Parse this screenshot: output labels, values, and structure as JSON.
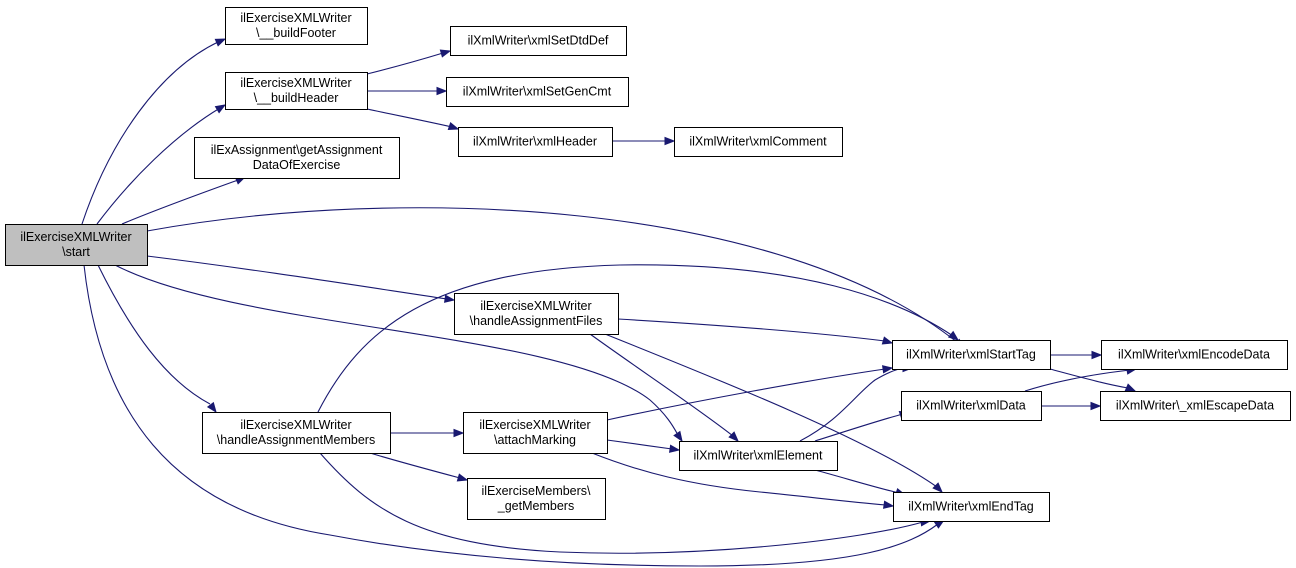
{
  "nodes": [
    {
      "id": "start",
      "lines": [
        "ilExerciseXMLWriter",
        "\\start"
      ],
      "highlight": true
    },
    {
      "id": "buildFooter",
      "lines": [
        "ilExerciseXMLWriter",
        "\\__buildFooter"
      ]
    },
    {
      "id": "buildHeader",
      "lines": [
        "ilExerciseXMLWriter",
        "\\__buildHeader"
      ]
    },
    {
      "id": "getAssignment",
      "lines": [
        "ilExAssignment\\getAssignment",
        "DataOfExercise"
      ]
    },
    {
      "id": "xmlSetDtdDef",
      "lines": [
        "ilXmlWriter\\xmlSetDtdDef"
      ]
    },
    {
      "id": "xmlSetGenCmt",
      "lines": [
        "ilXmlWriter\\xmlSetGenCmt"
      ]
    },
    {
      "id": "xmlHeader",
      "lines": [
        "ilXmlWriter\\xmlHeader"
      ]
    },
    {
      "id": "xmlComment",
      "lines": [
        "ilXmlWriter\\xmlComment"
      ]
    },
    {
      "id": "handleFiles",
      "lines": [
        "ilExerciseXMLWriter",
        "\\handleAssignmentFiles"
      ]
    },
    {
      "id": "handleMembers",
      "lines": [
        "ilExerciseXMLWriter",
        "\\handleAssignmentMembers"
      ]
    },
    {
      "id": "attachMarking",
      "lines": [
        "ilExerciseXMLWriter",
        "\\attachMarking"
      ]
    },
    {
      "id": "getMembers",
      "lines": [
        "ilExerciseMembers\\",
        "_getMembers"
      ]
    },
    {
      "id": "xmlElement",
      "lines": [
        "ilXmlWriter\\xmlElement"
      ]
    },
    {
      "id": "xmlStartTag",
      "lines": [
        "ilXmlWriter\\xmlStartTag"
      ]
    },
    {
      "id": "xmlData",
      "lines": [
        "ilXmlWriter\\xmlData"
      ]
    },
    {
      "id": "xmlEndTag",
      "lines": [
        "ilXmlWriter\\xmlEndTag"
      ]
    },
    {
      "id": "xmlEncodeData",
      "lines": [
        "ilXmlWriter\\xmlEncodeData"
      ]
    },
    {
      "id": "xmlEscapeData",
      "lines": [
        "ilXmlWriter\\_xmlEscapeData"
      ]
    }
  ],
  "edges": [
    {
      "from": "start",
      "to": "buildFooter"
    },
    {
      "from": "start",
      "to": "buildHeader"
    },
    {
      "from": "start",
      "to": "getAssignment"
    },
    {
      "from": "start",
      "to": "xmlStartTag"
    },
    {
      "from": "start",
      "to": "handleFiles"
    },
    {
      "from": "start",
      "to": "xmlElement"
    },
    {
      "from": "start",
      "to": "handleMembers"
    },
    {
      "from": "start",
      "to": "xmlEndTag"
    },
    {
      "from": "buildHeader",
      "to": "xmlSetDtdDef"
    },
    {
      "from": "buildHeader",
      "to": "xmlSetGenCmt"
    },
    {
      "from": "buildHeader",
      "to": "xmlHeader"
    },
    {
      "from": "xmlHeader",
      "to": "xmlComment"
    },
    {
      "from": "handleFiles",
      "to": "xmlStartTag"
    },
    {
      "from": "handleFiles",
      "to": "xmlElement"
    },
    {
      "from": "handleFiles",
      "to": "xmlEndTag"
    },
    {
      "from": "handleMembers",
      "to": "xmlStartTag"
    },
    {
      "from": "handleMembers",
      "to": "attachMarking"
    },
    {
      "from": "handleMembers",
      "to": "getMembers"
    },
    {
      "from": "handleMembers",
      "to": "xmlEndTag"
    },
    {
      "from": "attachMarking",
      "to": "xmlStartTag"
    },
    {
      "from": "attachMarking",
      "to": "xmlElement"
    },
    {
      "from": "attachMarking",
      "to": "xmlEndTag"
    },
    {
      "from": "xmlElement",
      "to": "xmlStartTag"
    },
    {
      "from": "xmlElement",
      "to": "xmlData"
    },
    {
      "from": "xmlElement",
      "to": "xmlEndTag"
    },
    {
      "from": "xmlStartTag",
      "to": "xmlEncodeData"
    },
    {
      "from": "xmlStartTag",
      "to": "xmlEscapeData"
    },
    {
      "from": "xmlData",
      "to": "xmlEncodeData"
    },
    {
      "from": "xmlData",
      "to": "xmlEscapeData"
    }
  ],
  "colors": {
    "edge": "#191970",
    "node_fill": "#ffffff",
    "highlight_fill": "#bfbfbf",
    "border": "#000000"
  }
}
